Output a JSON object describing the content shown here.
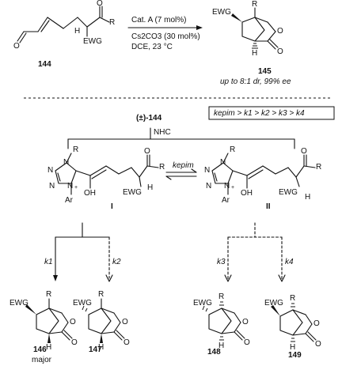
{
  "reaction": {
    "conditions_line1": "Cat. A (7 mol%)",
    "conditions_line2": "Cs2CO3 (30 mol%)",
    "conditions_line3": "DCE, 23 °C",
    "start_label": "144",
    "product_label": "145",
    "selectivity_note": "up to 8:1 dr, 99% ee"
  },
  "rate_order": "kepim > k1 > k2 > k3 > k4",
  "racemic_label": "(±)-144",
  "nhc_label": "NHC",
  "intermediates": {
    "left_label": "I",
    "right_label": "II",
    "equilibrium_label": "kepim"
  },
  "rate_constants": [
    "k1",
    "k2",
    "k3",
    "k4"
  ],
  "products": [
    {
      "label": "146",
      "note": "major"
    },
    {
      "label": "147",
      "note": ""
    },
    {
      "label": "148",
      "note": ""
    },
    {
      "label": "149",
      "note": ""
    }
  ],
  "atoms": {
    "ewg": "EWG",
    "r": "R",
    "h": "H",
    "o": "O",
    "oh": "OH",
    "n": "N",
    "ar": "Ar",
    "plus": "+"
  }
}
